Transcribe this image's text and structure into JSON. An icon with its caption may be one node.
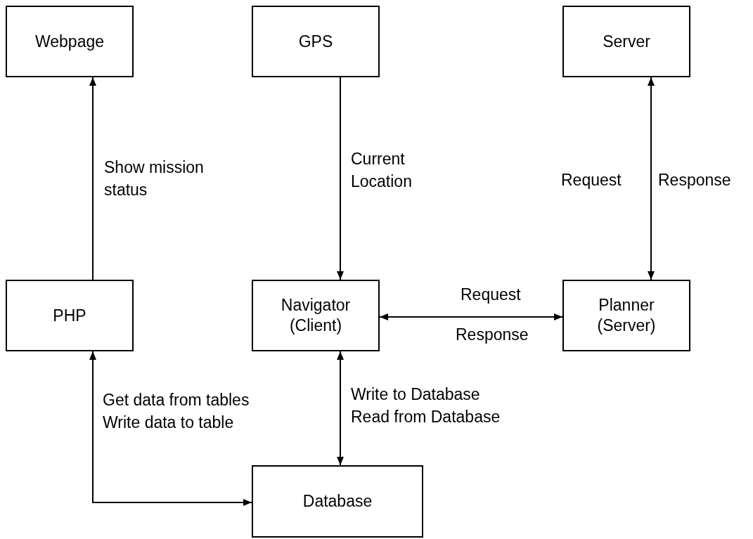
{
  "diagram": {
    "nodes": [
      {
        "text": [
          "Webpage"
        ]
      },
      {
        "text": [
          "GPS"
        ]
      },
      {
        "text": [
          "Server"
        ]
      },
      {
        "text": [
          "PHP"
        ]
      },
      {
        "text": [
          "Navigator (Client)"
        ]
      },
      {
        "text": [
          "Planner (Server)"
        ]
      },
      {
        "text": [
          "Database"
        ]
      }
    ],
    "edges": [
      {
        "from": 3,
        "to": 0,
        "arrow": "to",
        "label": "Show mission status"
      },
      {
        "from": 1,
        "to": 4,
        "arrow": "to",
        "label": "Current Location"
      },
      {
        "from": 2,
        "to": 5,
        "arrow": "both",
        "label": "Request"
      },
      {
        "from": 4,
        "to": 5,
        "arrow": "both",
        "label": "Request"
      },
      {
        "from": 3,
        "to": 6,
        "arrow": "both",
        "label": "Get data from tables Write data to table"
      },
      {
        "from": 4,
        "to": 6,
        "arrow": "both",
        "label": "Write to Database Read from Database"
      }
    ],
    "labels": [
      "Response",
      "Response"
    ]
  }
}
